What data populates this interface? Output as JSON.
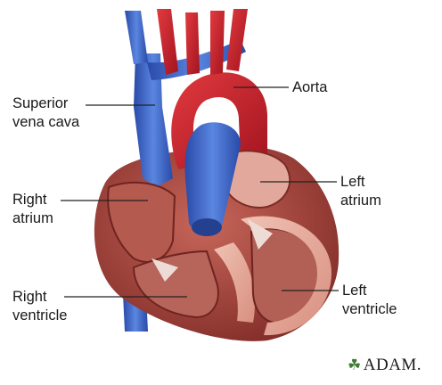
{
  "labels": {
    "svc": [
      "Superior",
      "vena cava"
    ],
    "aorta": [
      "Aorta"
    ],
    "ra": [
      "Right",
      "atrium"
    ],
    "la": [
      "Left",
      "atrium"
    ],
    "rv": [
      "Right",
      "ventricle"
    ],
    "lv": [
      "Left",
      "ventricle"
    ]
  },
  "logo": {
    "text": "ADAM.",
    "leaf_icon": "leaf-icon"
  },
  "colors": {
    "vein_blue": "#3a63c4",
    "artery_red": "#c8202b",
    "muscle": "#a8463c",
    "wall_pink": "#e9b3a3",
    "leader_line": "#222222"
  }
}
